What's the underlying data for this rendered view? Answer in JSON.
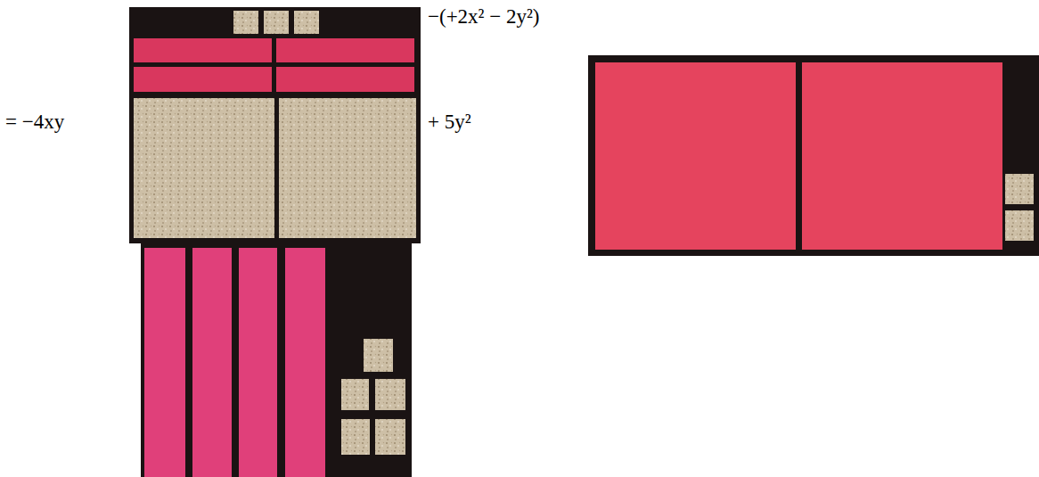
{
  "diagram": {
    "labels": [
      "= −4xy",
      "−(+2x² − 2y²)",
      "+ 5y²"
    ]
  }
}
